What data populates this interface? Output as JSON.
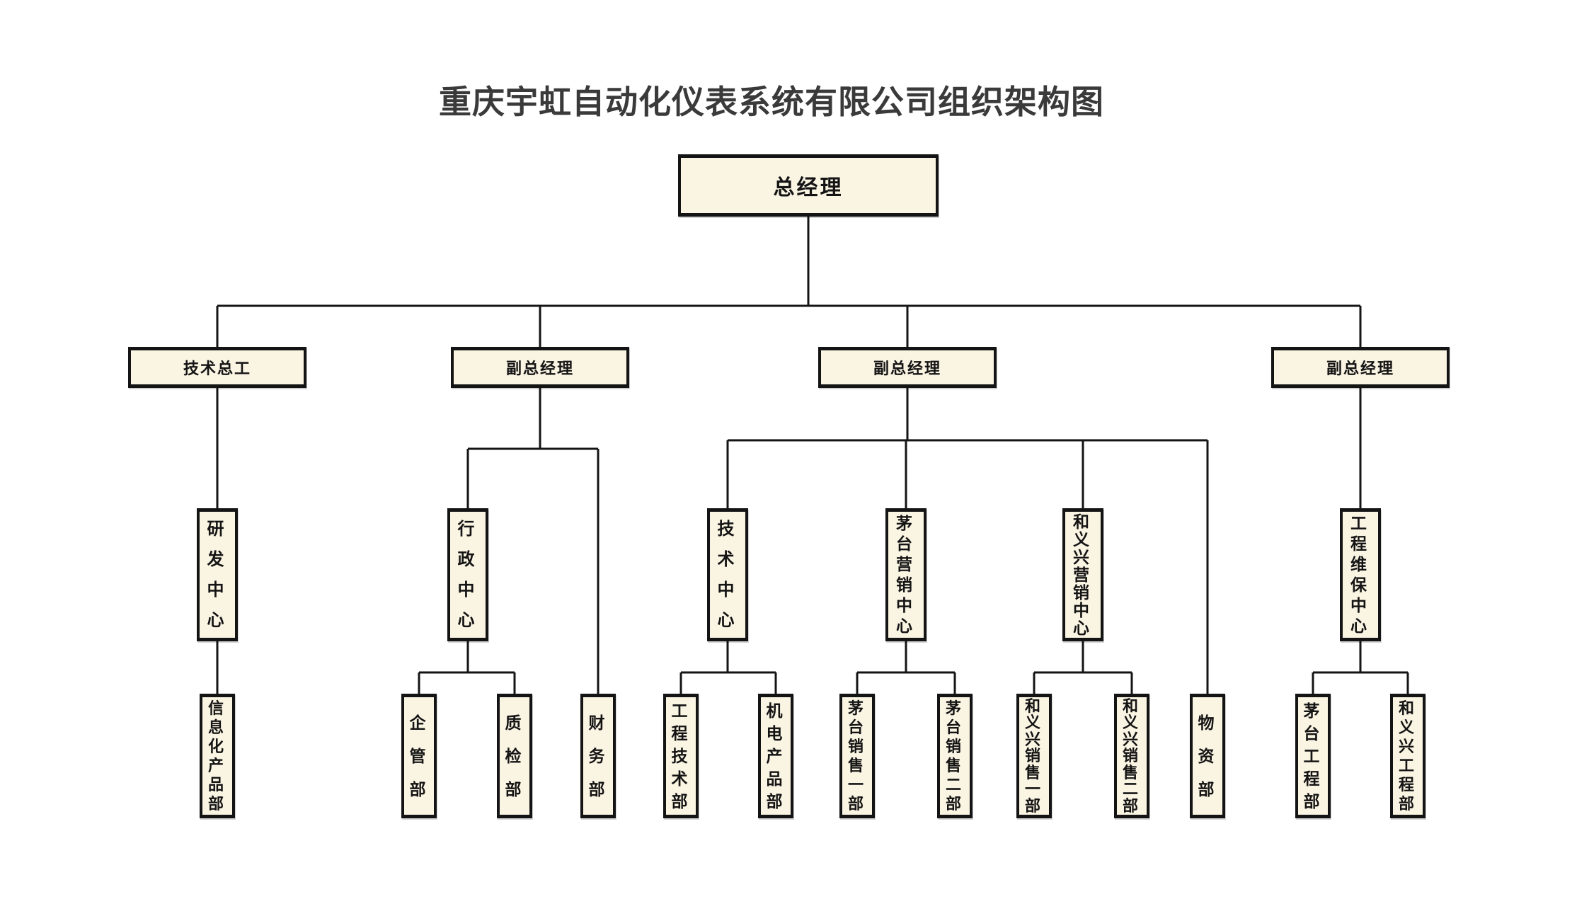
{
  "title": "重庆宇虹自动化仪表系统有限公司组织架构图",
  "colors": {
    "background": "#FFFFFF",
    "box_fill": "#FAF4E3",
    "box_border": "#141414",
    "connector": "#141414",
    "title_text": "#3A3A3A"
  },
  "org": {
    "root": {
      "label": "总经理"
    },
    "executives": [
      {
        "label": "技术总工"
      },
      {
        "label": "副总经理"
      },
      {
        "label": "副总经理"
      },
      {
        "label": "副总经理"
      }
    ],
    "centers": [
      {
        "label": "研发中心"
      },
      {
        "label": "行政中心"
      },
      {
        "label": "技术中心"
      },
      {
        "label": "茅台营销中心"
      },
      {
        "label": "和义兴营销中心"
      },
      {
        "label": "工程维保中心"
      }
    ],
    "departments": [
      {
        "label": "信息化产品部"
      },
      {
        "label": "企管部"
      },
      {
        "label": "质检部"
      },
      {
        "label": "财务部"
      },
      {
        "label": "工程技术部"
      },
      {
        "label": "机电产品部"
      },
      {
        "label": "茅台销售一部"
      },
      {
        "label": "茅台销售二部"
      },
      {
        "label": "和义兴销售一部"
      },
      {
        "label": "和义兴销售二部"
      },
      {
        "label": "物资部"
      },
      {
        "label": "茅台工程部"
      },
      {
        "label": "和义兴工程部"
      }
    ]
  }
}
